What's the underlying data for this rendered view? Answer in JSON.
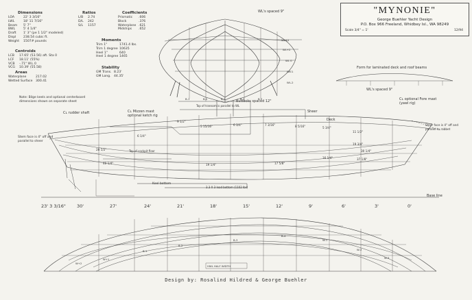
{
  "title_block": {
    "boat_name": "\"MYNONIE\"",
    "designer_name": "George Buehler Yacht Design",
    "address": "P.O. Box 966 Freeland, Whidbey Isl., WA 98249",
    "scale": "Scale 3/4\" = 1'",
    "date": "12/94"
  },
  "dimensions": {
    "heading": "Dimensions",
    "rows": [
      {
        "label": "LOA",
        "value": "22' 3 3/16\""
      },
      {
        "label": "LWL",
        "value": "18' 11 7/16\""
      },
      {
        "label": "Beam",
        "value": "5' 7\""
      },
      {
        "label": "BWL",
        "value": "5' 4 1/4\""
      },
      {
        "label": "Draft",
        "value": "1' 3\" (pe 1 1/2\" modeled)"
      },
      {
        "label": "Displ",
        "value": "238.54 cubic ft."
      },
      {
        "label": "Weight",
        "value": "1507# pounds"
      }
    ]
  },
  "ratios": {
    "heading": "Ratios",
    "rows": [
      {
        "label": "L/B",
        "value": "2.74"
      },
      {
        "label": "D/L",
        "value": "242"
      },
      {
        "label": "S/L",
        "value": "1157"
      }
    ]
  },
  "coefficients": {
    "heading": "Coefficients",
    "rows": [
      {
        "label": "Prismatic",
        "value": ".606"
      },
      {
        "label": "Block",
        "value": ".376"
      },
      {
        "label": "Waterplane",
        "value": ".621"
      },
      {
        "label": "Midships",
        "value": ".652"
      }
    ]
  },
  "centroids": {
    "heading": "Centroids",
    "rows": [
      {
        "label": "LCB",
        "value": "17.65' (53.56) aft. Sta 0"
      },
      {
        "label": "LCF",
        "value": "18.11' (55%)"
      },
      {
        "label": "VCB",
        "value": "-.71\" W.L 0"
      },
      {
        "label": "VCG",
        "value": "10.39' (55.58)"
      }
    ]
  },
  "areas": {
    "heading": "Areas",
    "rows": [
      {
        "label": "Waterplane",
        "value": "217.02"
      },
      {
        "label": "Wetted Surface",
        "value": "300.41"
      }
    ]
  },
  "moments": {
    "heading": "Moments",
    "rows": [
      {
        "label": "Trim 1\"",
        "value": "1741.4 lbs."
      },
      {
        "label": "Trim 1 degree",
        "value": "10635"
      },
      {
        "label": "Heel 1\"",
        "value": "640"
      },
      {
        "label": "Heel 1 degree",
        "value": "1465"
      }
    ]
  },
  "stability": {
    "heading": "Stability",
    "rows": [
      {
        "label": "GM Trans.",
        "value": "8.23'"
      },
      {
        "label": "GM Long.",
        "value": "44.35'"
      }
    ]
  },
  "notes": {
    "bilge": "Note: Bilge keels and optional centerboard dimensions shown on separate sheet",
    "rudder_shaft": "Cʟ rudder shaft",
    "mizzen_mast": "Cʟ Mizzen mast optional ketch rig",
    "fore_mast": "Cʟ optional Fore mast (yawl rig)",
    "transom_note": "Top of transom is parallel to WL",
    "stem_face": "Stem face is 4\" off and parallel to sheer",
    "steer_face": "Steer face is 4\" off and parallel to rabbet",
    "top_of_cockpit": "Top of cockpit floor",
    "keel_bottom": "Keel bottom",
    "keel_bottom_dim": "3.3 X 3 lead bottom (1102 lbs)",
    "base_line": "Base line",
    "sheer": "Sheer",
    "deck": "Deck",
    "body_plan_buttocks": "Buttocks spaced 12\"",
    "body_plan_wls": "WL's spaced 9\"",
    "body_plan_wls2": "WL's spaced 9\"",
    "deck_crown": "Form for laminated deck and roof beams",
    "half_breadth_label": "HWL HALF WIDTH"
  },
  "stations": [
    "23' 3 3/16\"",
    "30'",
    "27'",
    "24'",
    "21'",
    "18'",
    "15'",
    "12'",
    "9'",
    "6'",
    "3'",
    "0'"
  ],
  "body_plan_labels": [
    "B-1",
    "B-2",
    "B-3",
    "B-4",
    "B-5",
    "WL+1",
    "WL+2",
    "WL 0",
    "WL-1",
    "WL-2"
  ],
  "profile_labels": [
    "9 1/2\"",
    "6 1/4\"",
    "5 15/16\"",
    "6 3/4\"",
    "7 3/16\"",
    "8 5/16\"",
    "5 3/4\"",
    "11 1/2\"",
    "19 3/4\"",
    "30 1/4\"",
    "37 1/8\"",
    "28 1/2\"",
    "40 1/4\"",
    "19 1/4\"",
    "17 5/8\"",
    "16 1/4\""
  ],
  "half_breadth_labels": [
    "B-1",
    "B-2",
    "B-3",
    "B-4",
    "W-1",
    "W-2",
    "W-3",
    "W+1",
    "W+2"
  ],
  "footer": "Design by: Rosalind Hildred & George Buehler",
  "colors": {
    "paper": "#f4f3ee",
    "ink": "#333333"
  }
}
